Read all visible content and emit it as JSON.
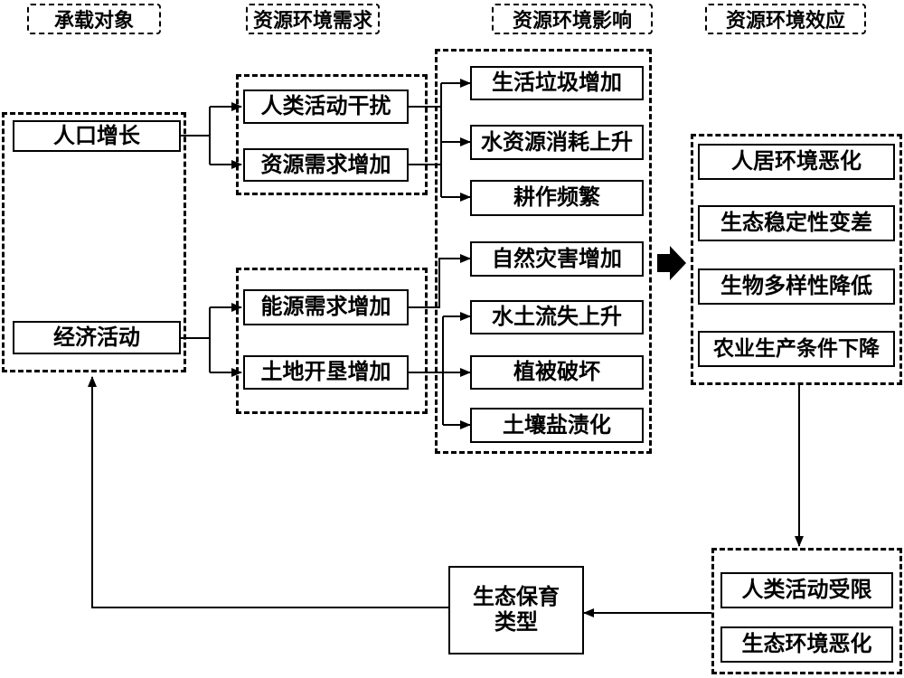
{
  "headers": {
    "carrier": "承载对象",
    "demand": "资源环境需求",
    "impact": "资源环境影响",
    "effect": "资源环境效应"
  },
  "carrier": {
    "population": "人口增长",
    "economy": "经济活动"
  },
  "demand": {
    "human_disturbance": "人类活动干扰",
    "resource_demand": "资源需求增加",
    "energy_demand": "能源需求增加",
    "land_reclamation": "土地开垦增加"
  },
  "impact": {
    "waste": "生活垃圾增加",
    "water_use": "水资源消耗上升",
    "farming": "耕作频繁",
    "disasters": "自然灾害增加",
    "soil_erosion": "水土流失上升",
    "vegetation": "植被破坏",
    "salinization": "土壤盐渍化"
  },
  "effect": {
    "living_env": "人居环境恶化",
    "eco_stability": "生态稳定性变差",
    "biodiversity": "生物多样性降低",
    "agri_conditions": "农业生产条件下降"
  },
  "consequence": {
    "activity_limited": "人类活动受限",
    "eco_deterioration": "生态环境恶化"
  },
  "conservation": {
    "line1": "生态保育",
    "line2": "类型"
  }
}
